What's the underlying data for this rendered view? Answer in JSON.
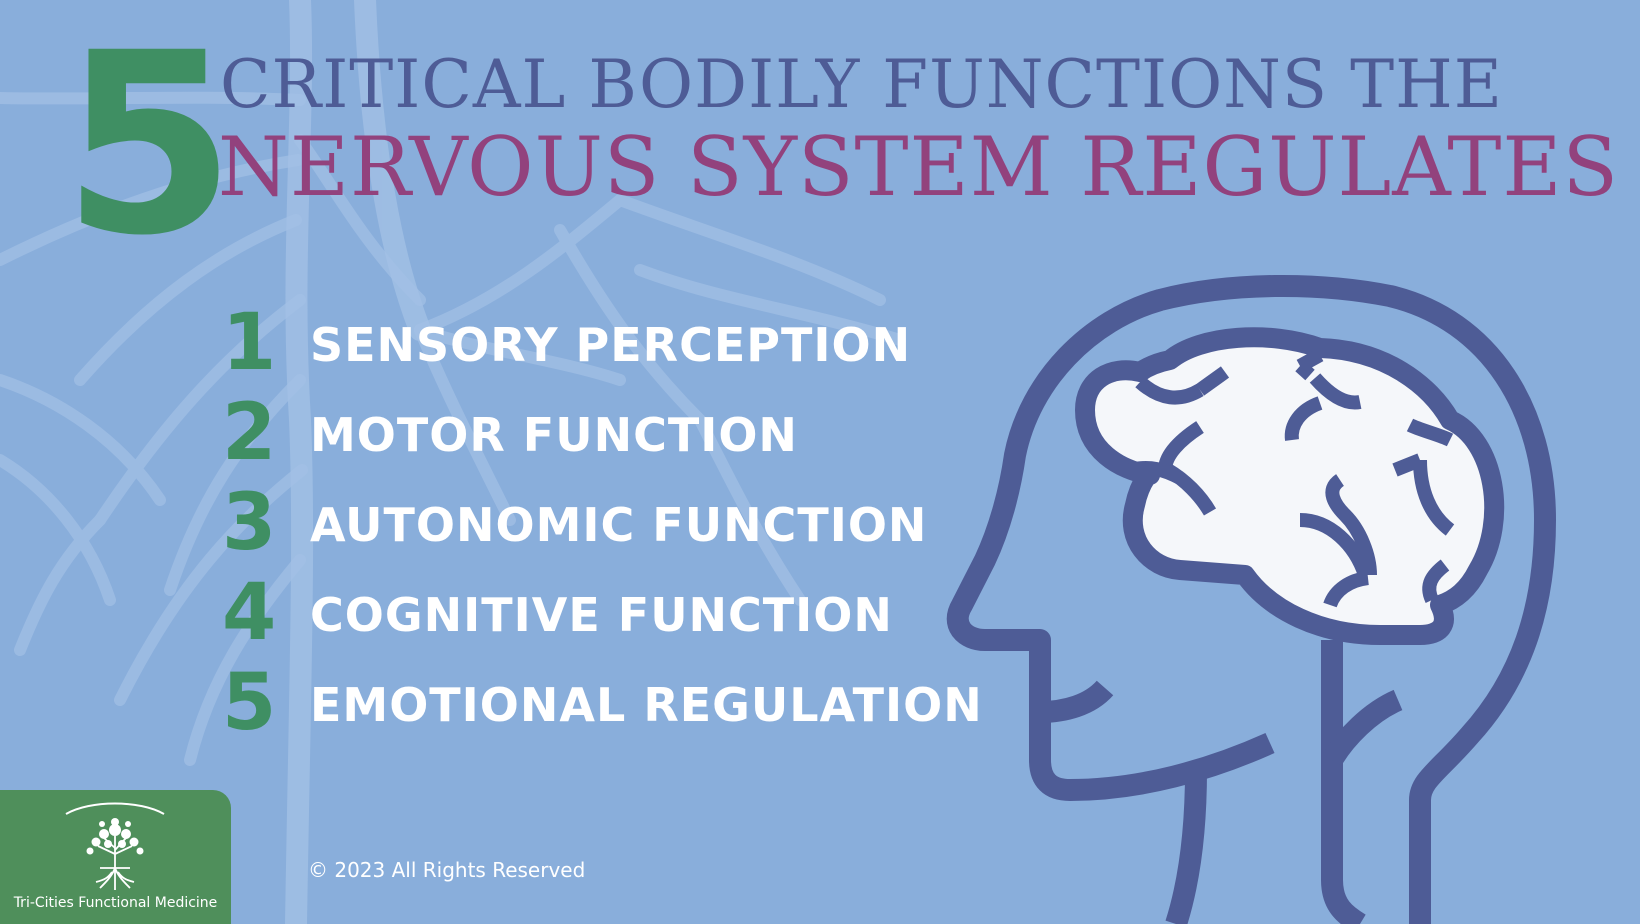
{
  "colors": {
    "background": "#89aedb",
    "green": "#3f8f63",
    "navy": "#4e5c96",
    "magenta": "#92427d",
    "white": "#ffffff",
    "brain_fill": "#f5f7fa",
    "logo_bg": "#4f8f5b",
    "nerve_watermark": "#a4c1e6"
  },
  "header": {
    "big_number": "5",
    "line1": "CRITICAL BODILY FUNCTIONS THE",
    "line2": "NERVOUS SYSTEM REGULATES"
  },
  "functions": [
    {
      "number": "1",
      "label": "SENSORY PERCEPTION"
    },
    {
      "number": "2",
      "label": "MOTOR FUNCTION"
    },
    {
      "number": "3",
      "label": "AUTONOMIC FUNCTION"
    },
    {
      "number": "4",
      "label": "COGNITIVE FUNCTION"
    },
    {
      "number": "5",
      "label": "EMOTIONAL REGULATION"
    }
  ],
  "footer": {
    "copyright": "© 2023 All Rights Reserved"
  },
  "logo": {
    "name": "Tri-Cities Functional Medicine",
    "icon": "tree-icon"
  },
  "illustration": {
    "icon": "head-brain-icon"
  }
}
